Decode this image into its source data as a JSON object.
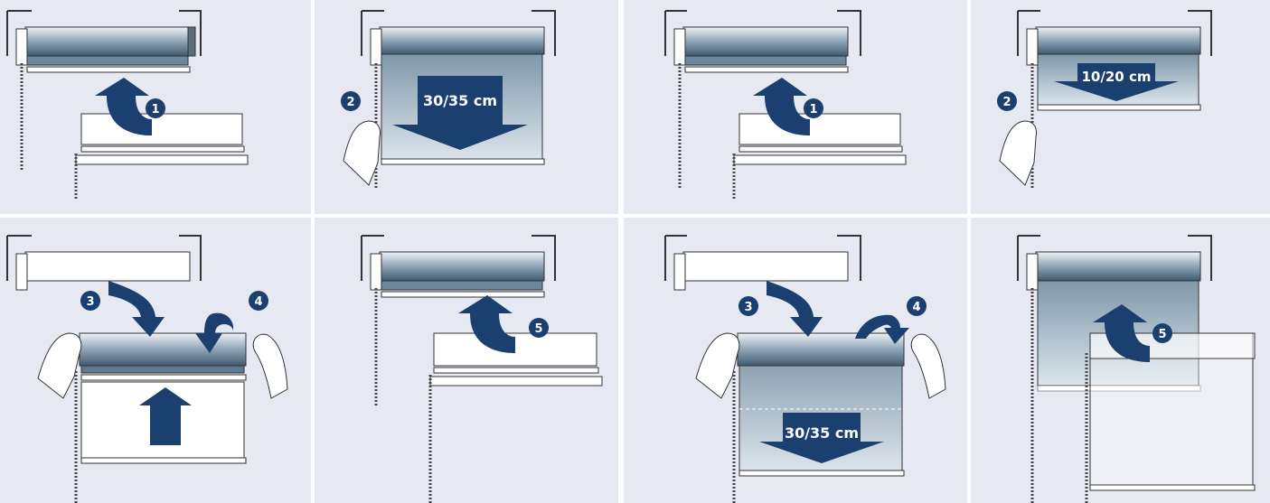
{
  "colors": {
    "panel_bg": "#e6e9f2",
    "navy": "#1b3f6e",
    "shade_top": "#5e7a90",
    "shade_bottom": "#c5d3dc",
    "outline": "#2b2b2b",
    "white": "#ffffff"
  },
  "step_badges": [
    "1",
    "2",
    "3",
    "4",
    "5"
  ],
  "measurements": {
    "first_pull": "30/35 cm",
    "short_pull": "10/20 cm",
    "second_pull": "30/35 cm"
  },
  "icons": [
    "curved-arrow-icon",
    "down-arrow-icon",
    "up-arrow-icon",
    "hand-icon",
    "chain-icon",
    "bracket-icon"
  ]
}
